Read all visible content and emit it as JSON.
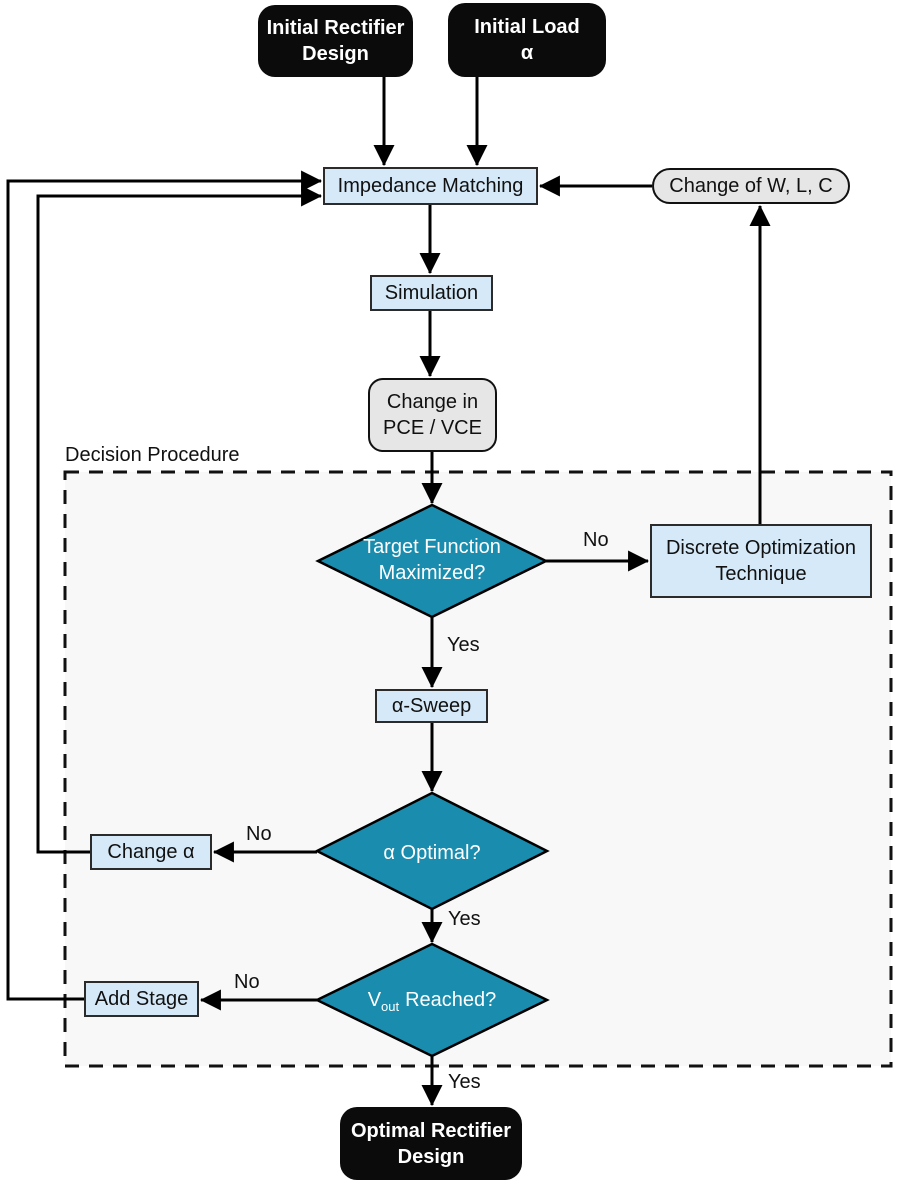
{
  "colors": {
    "diamond_teal": "#1a8cae",
    "process_blue": "#d6e9f8",
    "stadium_gray": "#e6e6e6",
    "terminal_black": "#0b0b0b",
    "region_background": "#f8f8f8",
    "line_black": "#000000"
  },
  "region": {
    "label": "Decision Procedure"
  },
  "nodes": {
    "initial_rectifier": "Initial Rectifier Design",
    "initial_load_line1": "Initial Load",
    "initial_load_line2": "α",
    "impedance": "Impedance Matching",
    "change_wlc": "Change of W, L, C",
    "simulation": "Simulation",
    "change_pce_line1": "Change in",
    "change_pce_line2": "PCE / VCE",
    "target_q_line1": "Target Function",
    "target_q_line2": "Maximized?",
    "discrete_line1": "Discrete Optimization",
    "discrete_line2": "Technique",
    "alpha_sweep": "α-Sweep",
    "alpha_q": "α Optimal?",
    "change_alpha": "Change α",
    "add_stage": "Add Stage",
    "vout_pre": "V",
    "vout_sub": "out",
    "vout_post": "Reached?",
    "optimal_rectifier": "Optimal Rectifier Design"
  },
  "edge_labels": {
    "target_no": "No",
    "target_yes": "Yes",
    "alpha_no": "No",
    "alpha_yes": "Yes",
    "vout_no": "No",
    "vout_yes": "Yes"
  }
}
